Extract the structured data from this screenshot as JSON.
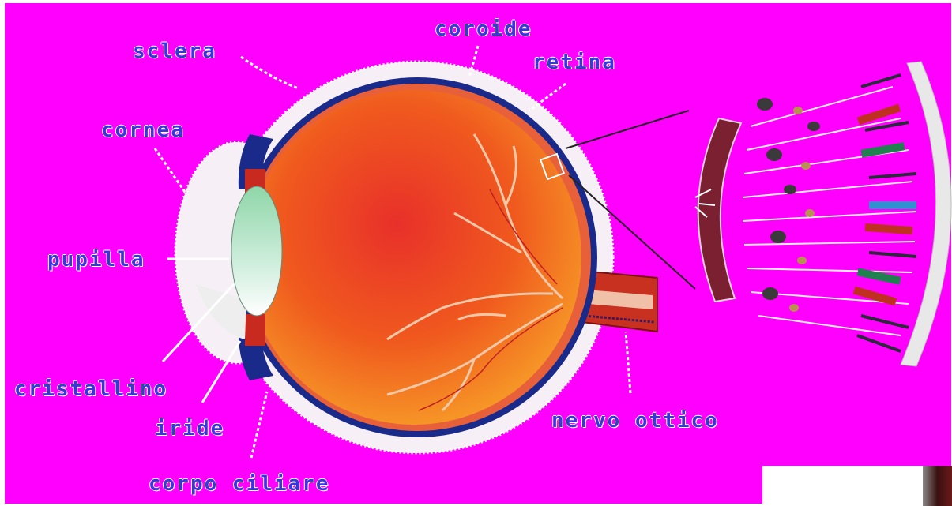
{
  "diagram": {
    "labels": {
      "sclera": "sclera",
      "coroide": "coroide",
      "retina": "retina",
      "cornea": "cornea",
      "pupilla": "pupilla",
      "cristallino": "cristallino",
      "iride": "iride",
      "corpo_ciliare": "corpo ciliare",
      "nervo_ottico": "nervo ottico"
    },
    "colors": {
      "background": "#ff00ff",
      "label_text": "#3838d8",
      "eyeball_fill": "#f06020",
      "choroid": "#1a2a8a",
      "sclera": "#f4f0f4",
      "lens": "#a8e0c0",
      "optic_nerve": "#c83020"
    }
  }
}
